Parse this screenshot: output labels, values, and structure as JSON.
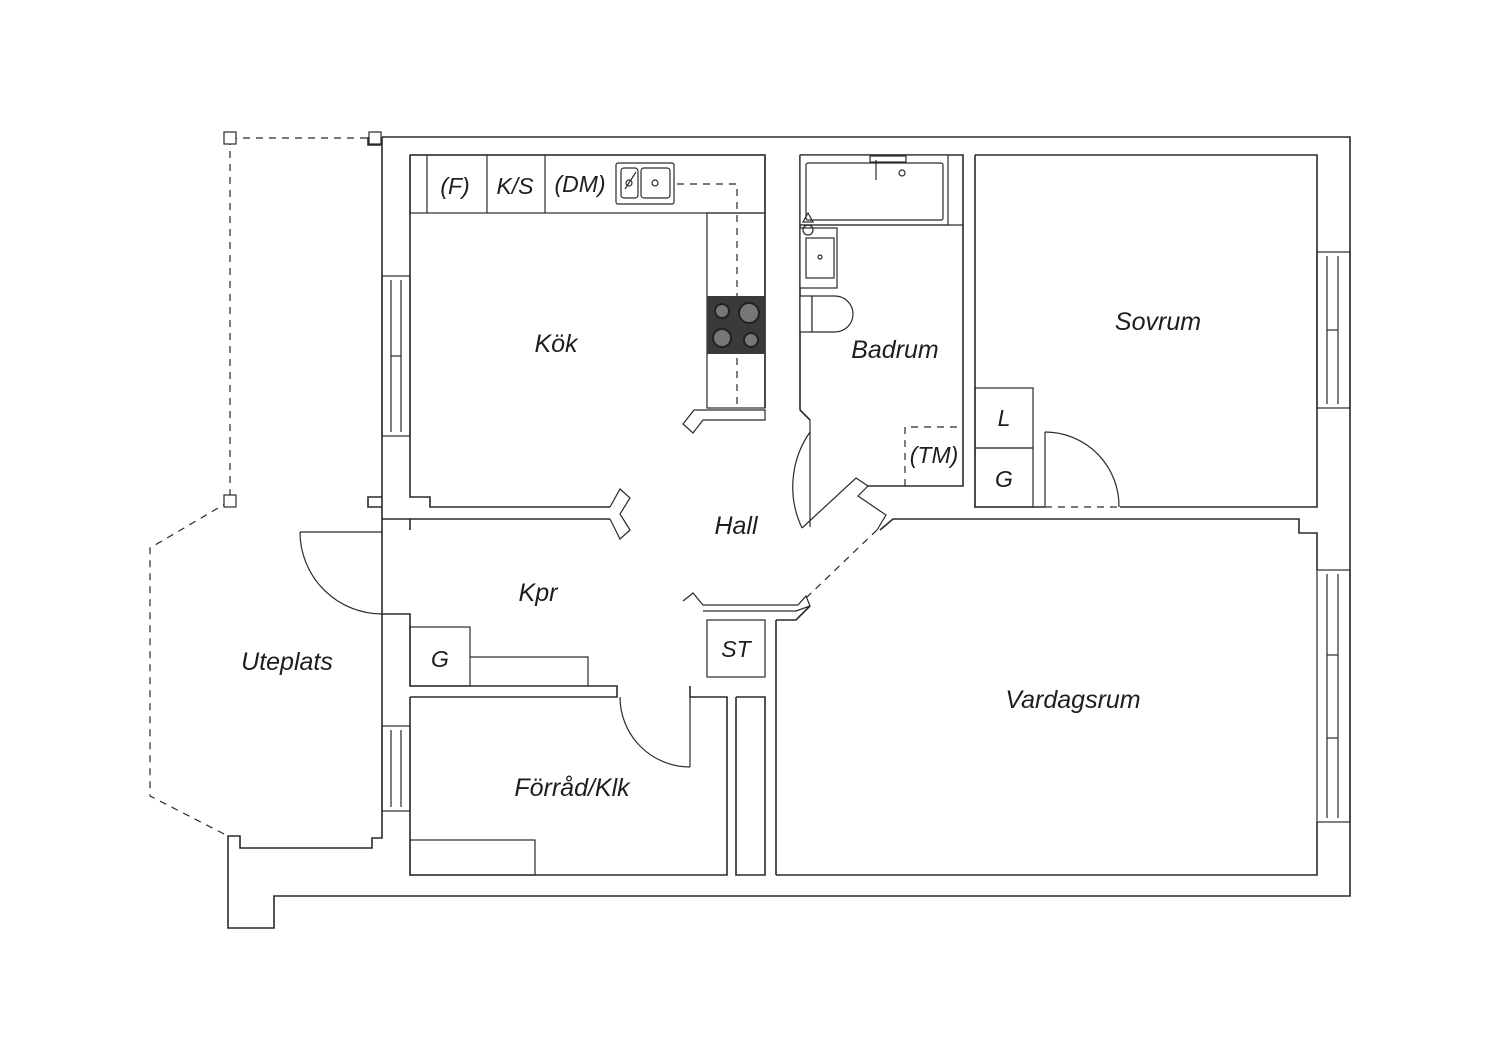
{
  "rooms": {
    "kok": "Kök",
    "badrum": "Badrum",
    "sovrum": "Sovrum",
    "hall": "Hall",
    "kpr": "Kpr",
    "uteplats": "Uteplats",
    "vardagsrum": "Vardagsrum",
    "forrad": "Förråd/Klk"
  },
  "fixtures": {
    "fridge": "(F)",
    "fridge_freezer": "K/S",
    "dishwasher": "(DM)",
    "linen": "L",
    "wardrobe_bedroom": "G",
    "washer": "(TM)",
    "wardrobe_hall": "G",
    "storage": "ST"
  },
  "icons": {
    "stove": "stove-icon",
    "sink": "kitchen-sink-icon",
    "bathtub": "bathtub-icon",
    "washbasin": "washbasin-icon",
    "toilet": "toilet-icon"
  },
  "colors": {
    "line": "#2a2a2a",
    "stove": "#3a3a3a",
    "background": "#ffffff"
  }
}
